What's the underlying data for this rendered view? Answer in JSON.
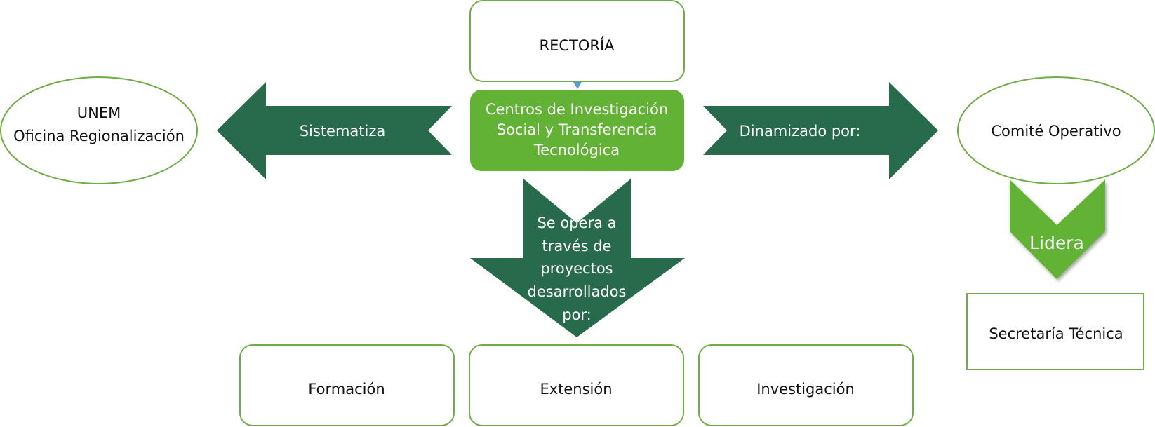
{
  "colors": {
    "box_border": "#70AD47",
    "primary_green": "#62B236",
    "dark_green": "#276A4C",
    "connector_blue": "#5B9BD5",
    "text": "#111111",
    "text_inverse": "#ffffff"
  },
  "nodes": {
    "rectoria": "RECTORÍA",
    "centros": {
      "line1": "Centros de Investigación",
      "line2": "Social y Transferencia",
      "line3": "Tecnológica"
    },
    "unem": {
      "line1": "UNEM",
      "line2": "Oficina Regionalización"
    },
    "comite": "Comité Operativo",
    "secretaria": "Secretaría Técnica",
    "formacion": "Formación",
    "extension": "Extensión",
    "investigacion": "Investigación"
  },
  "arrows": {
    "left": "Sistematiza",
    "right": "Dinamizado por:",
    "down": {
      "line1": "Se opera a",
      "line2": "través de",
      "line3": "proyectos",
      "line4": "desarrollados",
      "line5": "por:"
    },
    "lidera": "Lidera"
  }
}
